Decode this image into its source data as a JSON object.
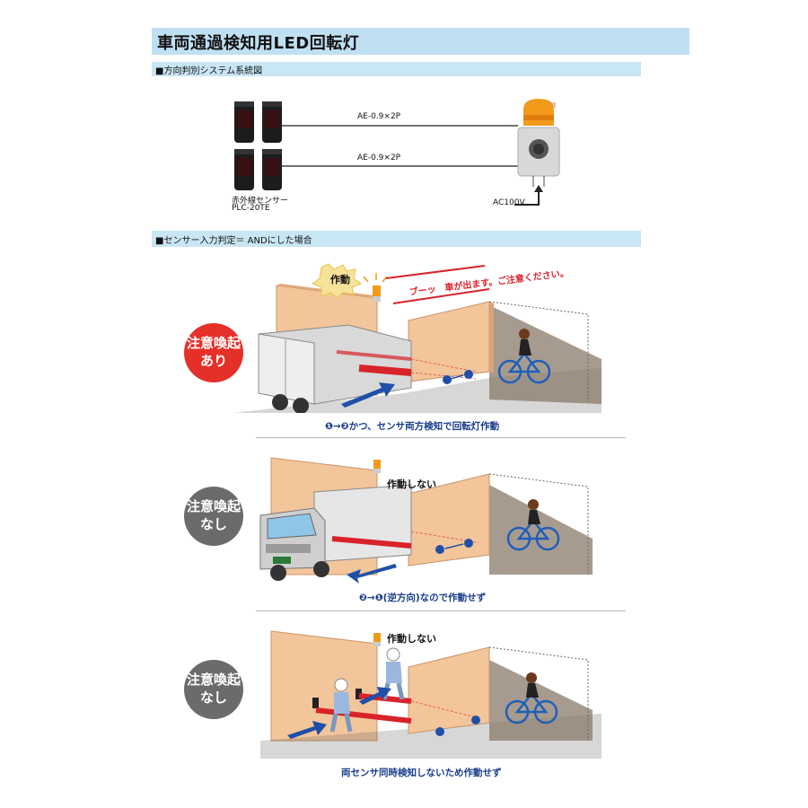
{
  "title": "車両通過検知用LED回転灯",
  "section1": {
    "header": "■方向判別システム系統図",
    "cable_top": "AE-0.9×2P",
    "cable_bottom": "AE-0.9×2P",
    "sensor_label_1": "赤外線センサー",
    "sensor_label_2": "PLC-20TE",
    "power_label": "AC100V"
  },
  "section2": {
    "header": "■センサー入力判定＝ ANDにした場合"
  },
  "scene1": {
    "badge_line1": "注意喚起",
    "badge_line2": "あり",
    "speech": "作動",
    "announcement": "ブーッ　車が出ます。ご注意ください。",
    "caption": "❶→❷かつ、センサ両方検知で回転灯作動"
  },
  "scene2": {
    "badge_line1": "注意喚起",
    "badge_line2": "なし",
    "status": "作動しない",
    "caption": "❷→❶(逆方向)なので作動せず"
  },
  "scene3": {
    "badge_line1": "注意喚起",
    "badge_line2": "なし",
    "status": "作動しない",
    "caption": "両センサ同時検知しないため作動せず"
  },
  "colors": {
    "header_bg": "#bfe0f2",
    "badge_active": "#e5302a",
    "badge_inactive": "#6b6b6b",
    "beam": "#d8232a",
    "arrow": "#1f4fa8",
    "wall": "#f3c59b",
    "ground": "#8a7a6b"
  }
}
